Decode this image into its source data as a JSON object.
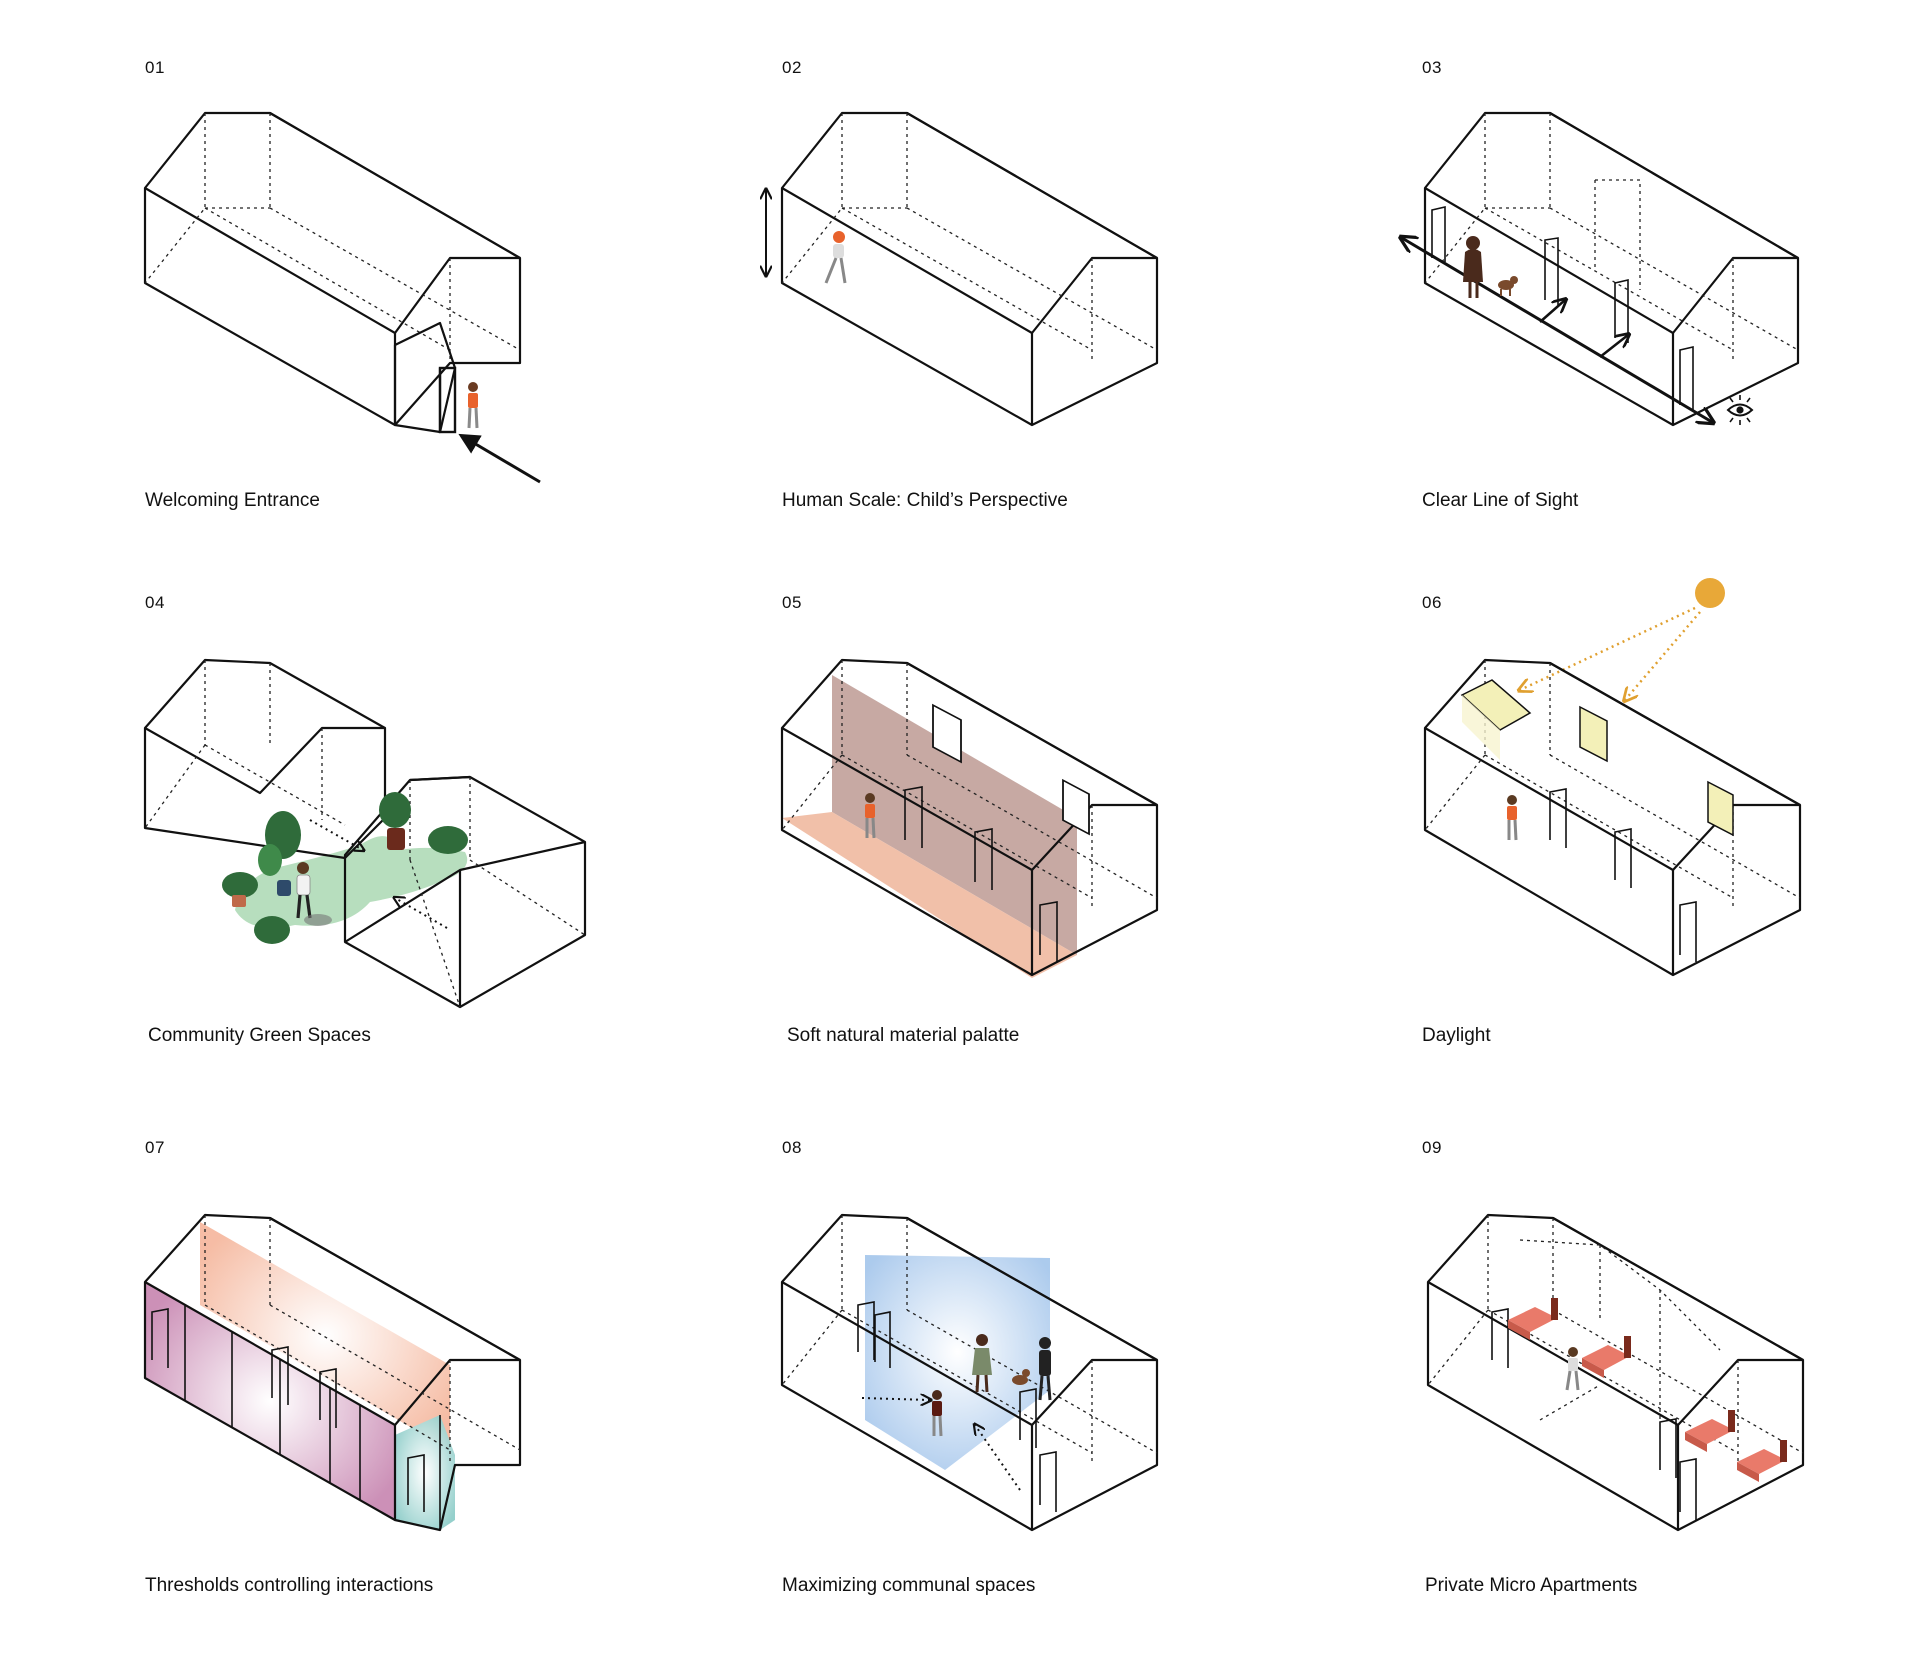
{
  "panels": [
    {
      "number": "01",
      "caption": "Welcoming Entrance"
    },
    {
      "number": "02",
      "caption": "Human Scale: Child’s Perspective"
    },
    {
      "number": "03",
      "caption": "Clear Line of Sight"
    },
    {
      "number": "04",
      "caption": "Community Green Spaces"
    },
    {
      "number": "05",
      "caption": "Soft natural material palatte"
    },
    {
      "number": "06",
      "caption": "Daylight"
    },
    {
      "number": "07",
      "caption": "Thresholds controlling interactions"
    },
    {
      "number": "08",
      "caption": "Maximizing communal spaces"
    },
    {
      "number": "09",
      "caption": "Private Micro Apartments"
    }
  ],
  "colors": {
    "line": "#111111",
    "child_shirt": "#e8622c",
    "plant_green": "#2f6b3a",
    "green_space": "#9fd3a8",
    "material_wall": "#b9948c",
    "material_floor": "#f0b9a0",
    "sun": "#e8a838",
    "window_glow": "#f3f0b8",
    "threshold_pink": "#c98ab3",
    "threshold_peach": "#f5b9a0",
    "threshold_teal": "#8fcdc9",
    "communal_blue": "#a8c8ec",
    "bed_red": "#e97a6a",
    "bed_frame": "#7a2a1c"
  },
  "icons": [
    "eye-icon",
    "sun-icon",
    "arrow-icon",
    "plant-icon",
    "bed-icon",
    "person-icon",
    "dog-icon"
  ]
}
